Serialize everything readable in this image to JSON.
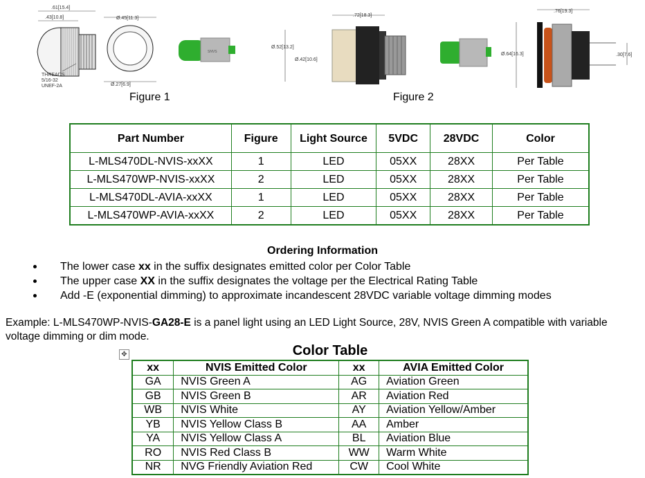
{
  "figures": {
    "figure1_label": "Figure 1",
    "figure2_label": "Figure 2",
    "fig1_dims": {
      "length": ".61[15.4]",
      "body": ".43[10.8]",
      "diameter": "Ø.45[11.3]",
      "base": "Ø.27[6.9]",
      "threads": [
        "THREADS",
        "5/16-32",
        "UNEF-2A"
      ]
    },
    "fig2_dims": {
      "length": ".72[18.3]",
      "outer": "Ø.52[13.2]",
      "inner": "Ø.42[10.6]",
      "panel_length": ".76[19.3]",
      "panel_diameter": "Ø.64[16.3]",
      "depth": ".30[7.6]"
    }
  },
  "parts_table": {
    "headers": [
      "Part Number",
      "Figure",
      "Light Source",
      "5VDC",
      "28VDC",
      "Color"
    ],
    "rows": [
      [
        "L-MLS470DL-NVIS-xxXX",
        "1",
        "LED",
        "05XX",
        "28XX",
        "Per Table"
      ],
      [
        "L-MLS470WP-NVIS-xxXX",
        "2",
        "LED",
        "05XX",
        "28XX",
        "Per Table"
      ],
      [
        "L-MLS470DL-AVIA-xxXX",
        "1",
        "LED",
        "05XX",
        "28XX",
        "Per Table"
      ],
      [
        "L-MLS470WP-AVIA-xxXX",
        "2",
        "LED",
        "05XX",
        "28XX",
        "Per Table"
      ]
    ]
  },
  "ordering": {
    "title": "Ordering Information",
    "bullets": [
      {
        "pre": "The lower case ",
        "bold": "xx",
        "post": " in the suffix designates emitted color per Color Table"
      },
      {
        "pre": "The upper case ",
        "bold": "XX",
        "post": " in the suffix designates the voltage per the Electrical Rating Table"
      },
      {
        "pre": "Add -E (exponential dimming) to approximate incandescent 28VDC variable voltage dimming modes",
        "bold": "",
        "post": ""
      }
    ],
    "example_pre": "Example: L-MLS470WP-NVIS-",
    "example_bold": "GA28-E",
    "example_post": " is a panel light using an LED Light Source, 28V, NVIS Green A compatible with variable voltage dimming or dim mode."
  },
  "color_table": {
    "title": "Color Table",
    "headers": [
      "xx",
      "NVIS Emitted Color",
      "xx",
      "AVIA Emitted Color"
    ],
    "rows": [
      [
        "GA",
        "NVIS Green A",
        "AG",
        "Aviation Green"
      ],
      [
        "GB",
        "NVIS Green B",
        "AR",
        "Aviation Red"
      ],
      [
        "WB",
        "NVIS White",
        "AY",
        "Aviation Yellow/Amber"
      ],
      [
        "YB",
        "NVIS Yellow Class B",
        "AA",
        "Amber"
      ],
      [
        "YA",
        "NVIS Yellow Class A",
        "BL",
        "Aviation Blue"
      ],
      [
        "RO",
        "NVIS Red Class B",
        "WW",
        "Warm White"
      ],
      [
        "NR",
        "NVG Friendly Aviation Red",
        "CW",
        "Cool White"
      ]
    ]
  },
  "colors": {
    "table_border": "#1e7d1e",
    "led_green": "#2fae2f"
  },
  "icons": {
    "move_handle": "move-handle-icon"
  }
}
